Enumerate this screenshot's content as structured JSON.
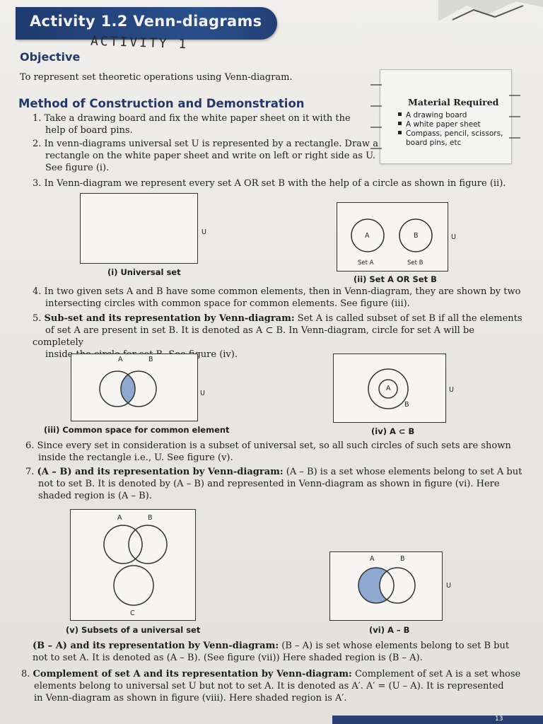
{
  "banner": {
    "title": "Activity 1.2 Venn-diagrams"
  },
  "handwritten": "ACTIVITY 1",
  "objective": {
    "heading": "Objective",
    "text": "To represent set theoretic operations using Venn-diagram."
  },
  "method": {
    "heading": "Method of Construction and Demonstration",
    "step1_num": "1.",
    "step1_a": "Take a drawing board and fix the white paper sheet on it with the",
    "step1_b": "help of board pins.",
    "step2_num": "2.",
    "step2_a": "In venn-diagrams universal set U is represented by a rectangle. Draw a",
    "step2_b": "rectangle on the white paper sheet and write on left or right side as U.",
    "step2_c": "See figure (i).",
    "step3_num": "3.",
    "step3_a": "In Venn-diagram we represent every set A OR set B with the help of a circle as shown in figure (ii).",
    "step4_num": "4.",
    "step4_a": "In two given sets A and B have some common elements, then in Venn-diagram, they are shown by two",
    "step4_b": "intersecting circles with common space for common elements. See figure (iii).",
    "step5_num": "5.",
    "step5_bold": "Sub-set and its representation by Venn-diagram:",
    "step5_a": " Set A is called subset of set B if all the elements",
    "step5_b": "of set A are present in set B. It is denoted as A ⊂ B. In Venn-diagram, circle for set A will be completely",
    "step5_c": "inside the circle for set B. See figure (iv).",
    "step6_num": "6.",
    "step6_a": "Since every set in consideration is a subset of universal set, so all such circles of such sets are shown",
    "step6_b": "inside the rectangle i.e., U. See figure (v).",
    "step7_num": "7.",
    "step7_bold": "(A – B) and its representation by Venn-diagram:",
    "step7_a": " (A – B) is a set whose elements belong to set A but",
    "step7_b": "not to set B. It is denoted by (A – B) and represented in Venn-diagram as shown in figure (vi). Here",
    "step7_c": "shaded region is (A – B).",
    "bma_bold": "(B – A) and its representation by Venn-diagram:",
    "bma_a": " (B – A) is set whose elements belong to set B but",
    "bma_b": "not to set A. It is denoted as (A – B). (See figure (vii)) Here shaded region is (B – A).",
    "step8_num": "8.",
    "step8_bold": "Complement of set A and its representation by Venn-diagram:",
    "step8_a": " Complement of set A is a set whose",
    "step8_b": "elements belong to universal set U but not to set A. It is denoted as A′. A′ = (U – A). It is represented",
    "step8_c": "in Venn-diagram as shown in figure (viii). Here shaded region is A′."
  },
  "material": {
    "title": "Material Required",
    "items": [
      "A drawing board",
      "A white paper sheet",
      "Compass, pencil, scissors,",
      "board pins, etc"
    ]
  },
  "figures": {
    "fig1": {
      "caption": "(i) Universal set",
      "u": "U"
    },
    "fig2": {
      "caption": "(ii) Set A OR Set B",
      "a": "A",
      "b": "B",
      "seta": "Set A",
      "setb": "Set B",
      "u": "U"
    },
    "fig3": {
      "caption": "(iii) Common space for common element",
      "a": "A",
      "b": "B",
      "u": "U"
    },
    "fig4": {
      "caption": "(iv) A ⊂ B",
      "a": "A",
      "b": "B",
      "u": "U"
    },
    "fig5": {
      "caption": "(v) Subsets of a universal set",
      "a": "A",
      "b": "B",
      "c": "C"
    },
    "fig6": {
      "caption": "(vi) A – B",
      "a": "A",
      "b": "B",
      "u": "U"
    }
  },
  "colors": {
    "banner": "#2a4f8c",
    "heading": "#24386b",
    "shade": "#8fa8cf"
  },
  "footer": {
    "page": "13"
  }
}
